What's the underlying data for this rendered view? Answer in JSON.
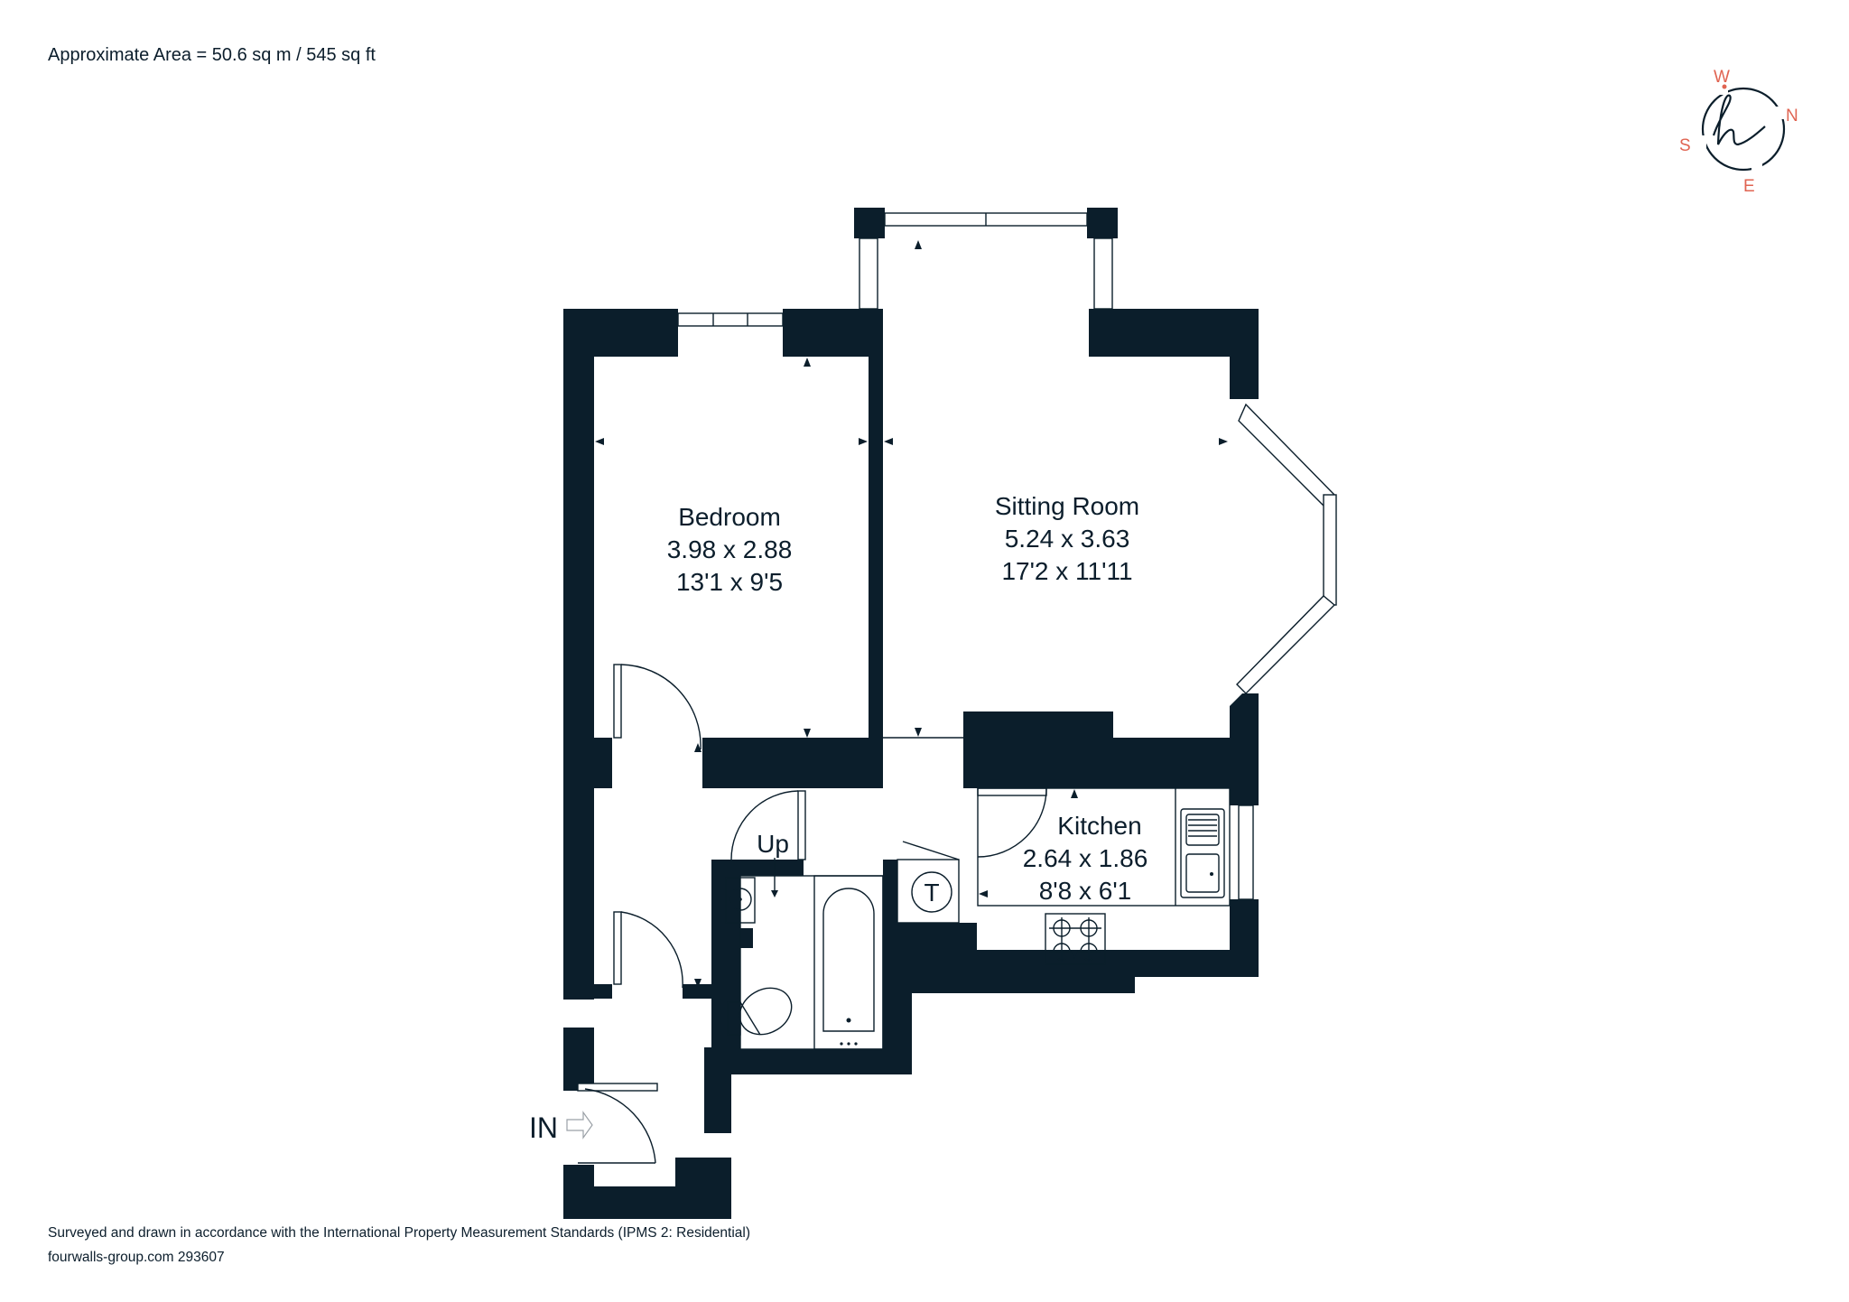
{
  "header": {
    "area": "Approximate Area = 50.6 sq m / 545 sq ft"
  },
  "compass": {
    "north": "N",
    "south": "S",
    "east": "E",
    "west": "W",
    "logo_icon": "script-h-logo-icon",
    "accent_color": "#e06452"
  },
  "rooms": {
    "bedroom": {
      "name": "Bedroom",
      "metric": "3.98 x 2.88",
      "imperial": "13'1 x 9'5"
    },
    "sitting_room": {
      "name": "Sitting Room",
      "metric": "5.24 x 3.63",
      "imperial": "17'2 x 11'11"
    },
    "kitchen": {
      "name": "Kitchen",
      "metric": "2.64 x 1.86",
      "imperial": "8'8 x 6'1"
    }
  },
  "labels": {
    "stairs": "Up",
    "cupboard": "T",
    "entrance": "IN"
  },
  "footer": {
    "standards": "Surveyed and drawn in accordance with the International Property Measurement Standards (IPMS 2: Residential)",
    "reference": "fourwalls-group.com 293607"
  },
  "colors": {
    "wall": "#0b1e2b",
    "text": "#0c1e2c"
  }
}
